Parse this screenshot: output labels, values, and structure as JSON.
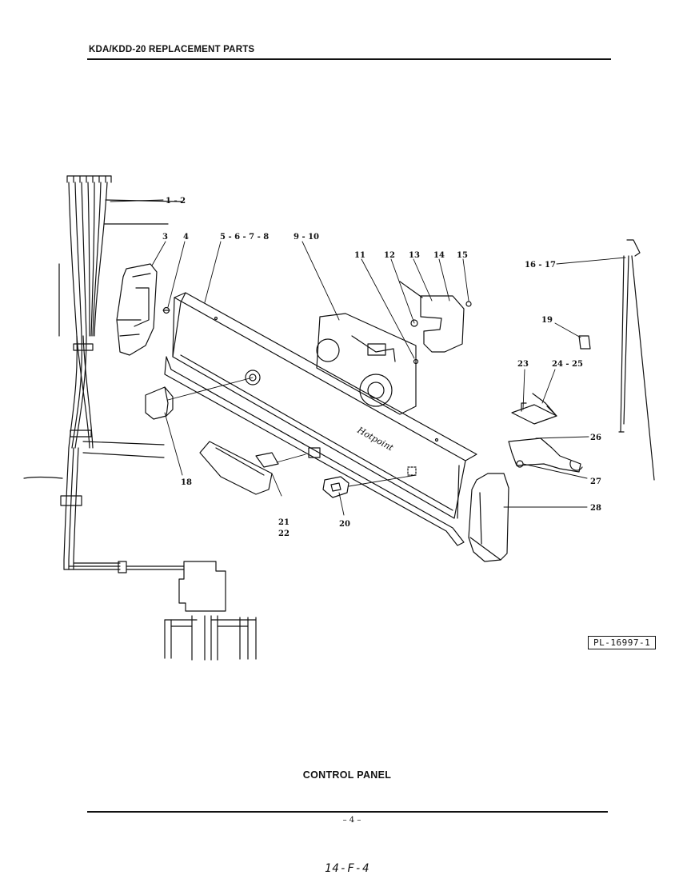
{
  "header": {
    "title": "KDA/KDD-20 REPLACEMENT PARTS"
  },
  "diagram": {
    "callouts": [
      {
        "id": "c1",
        "label": "1 - 2"
      },
      {
        "id": "c3",
        "label": "3"
      },
      {
        "id": "c4",
        "label": "4"
      },
      {
        "id": "c5",
        "label": "5 - 6 - 7 - 8"
      },
      {
        "id": "c9",
        "label": "9 - 10"
      },
      {
        "id": "c11",
        "label": "11"
      },
      {
        "id": "c12",
        "label": "12"
      },
      {
        "id": "c13",
        "label": "13"
      },
      {
        "id": "c14",
        "label": "14"
      },
      {
        "id": "c15",
        "label": "15"
      },
      {
        "id": "c16",
        "label": "16 - 17"
      },
      {
        "id": "c19",
        "label": "19"
      },
      {
        "id": "c23",
        "label": "23"
      },
      {
        "id": "c24",
        "label": "24 - 25"
      },
      {
        "id": "c26",
        "label": "26"
      },
      {
        "id": "c27",
        "label": "27"
      },
      {
        "id": "c28",
        "label": "28"
      },
      {
        "id": "c18",
        "label": "18"
      },
      {
        "id": "c21",
        "label": "21"
      },
      {
        "id": "c22",
        "label": "22"
      },
      {
        "id": "c20",
        "label": "20"
      }
    ],
    "panel_brand": "Hotpoint"
  },
  "reference_code": "PL-16997-1",
  "caption": "CONTROL PANEL",
  "page_number": "– 4 –",
  "handwritten_note": "14-F-4"
}
